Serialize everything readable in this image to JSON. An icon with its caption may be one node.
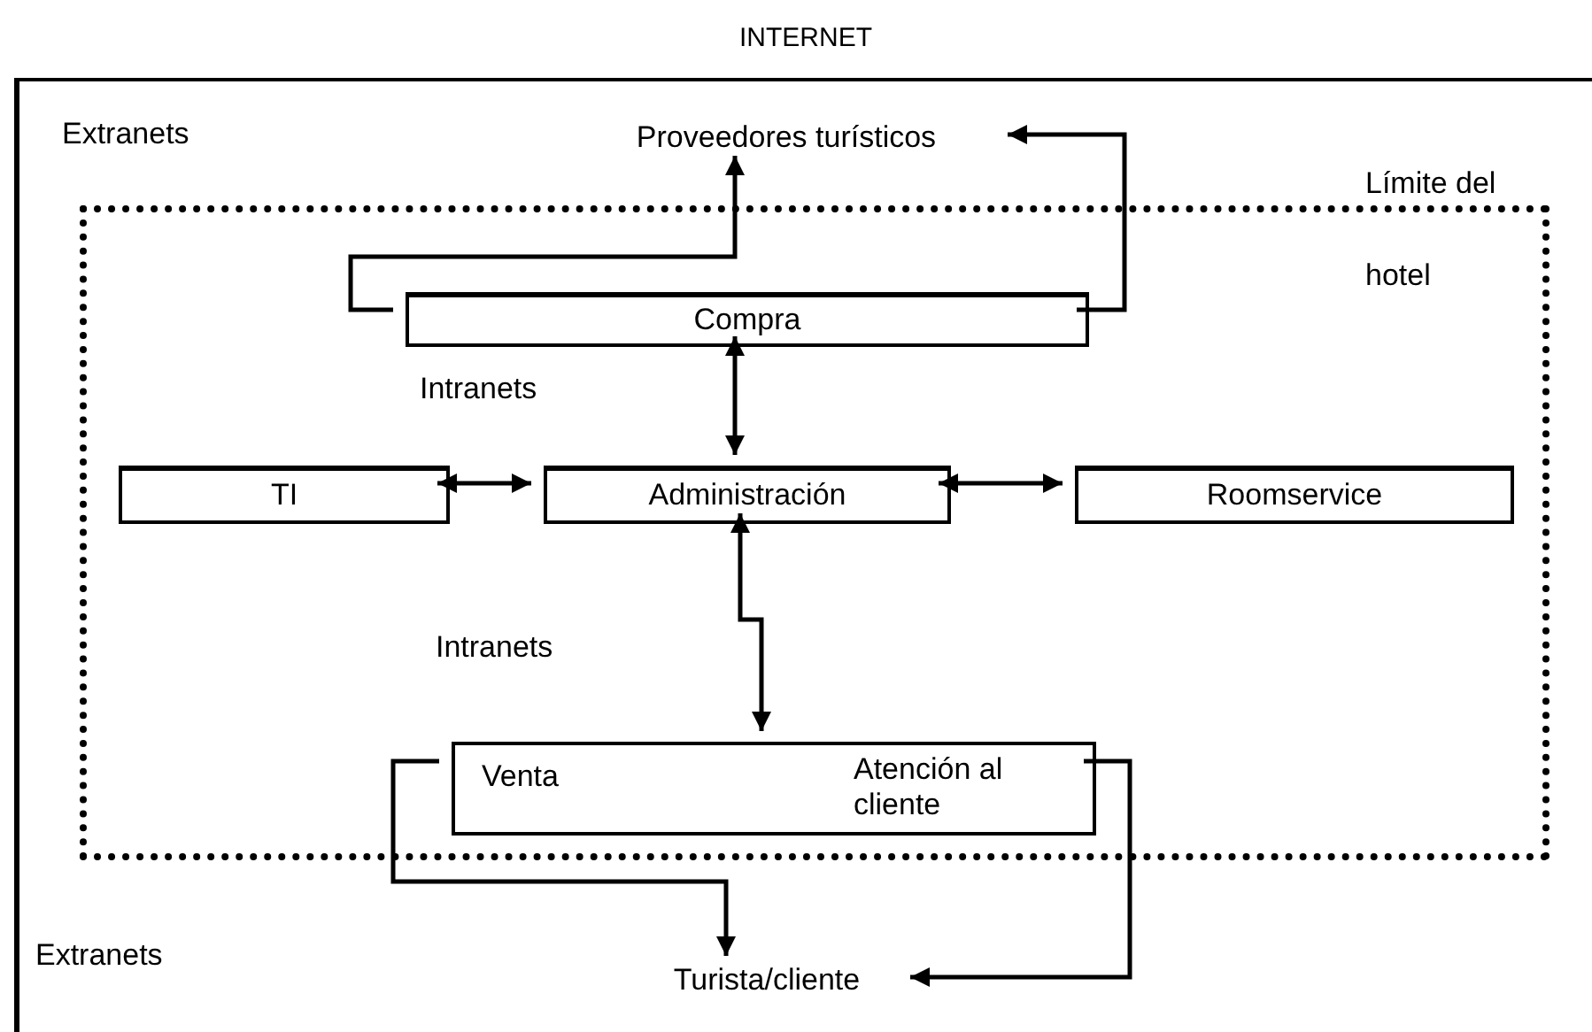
{
  "diagram": {
    "nodes": [
      {
        "text": [
          "INTERNET"
        ]
      },
      {
        "text": [
          "Límite del",
          "hotel"
        ],
        "in": 0
      },
      {
        "text": [
          "Proveedores turísticos"
        ],
        "in": 0
      },
      {
        "text": [
          "Compra"
        ],
        "in": 1
      },
      {
        "text": [
          "TI"
        ],
        "in": 1
      },
      {
        "text": [
          "Administración"
        ],
        "in": 1
      },
      {
        "text": [
          "Roomservice"
        ],
        "in": 1
      },
      {
        "text": [
          "Venta",
          "Atención al cliente"
        ],
        "in": 1
      },
      {
        "text": [
          "Turista/cliente"
        ],
        "in": 0
      }
    ],
    "edges": [
      {
        "from": 3,
        "to": 2,
        "arrow": "to"
      },
      {
        "from": 3,
        "to": 2,
        "arrow": "to"
      },
      {
        "from": 3,
        "to": 5,
        "arrow": "both"
      },
      {
        "from": 4,
        "to": 5,
        "arrow": "both"
      },
      {
        "from": 5,
        "to": 6,
        "arrow": "both"
      },
      {
        "from": 5,
        "to": 7,
        "arrow": "both"
      },
      {
        "from": 7,
        "to": 8,
        "arrow": "to"
      },
      {
        "from": 7,
        "to": 8,
        "arrow": "to"
      }
    ],
    "labels": [
      "Extranets",
      "Intranets",
      "Intranets",
      "Extranets"
    ]
  }
}
